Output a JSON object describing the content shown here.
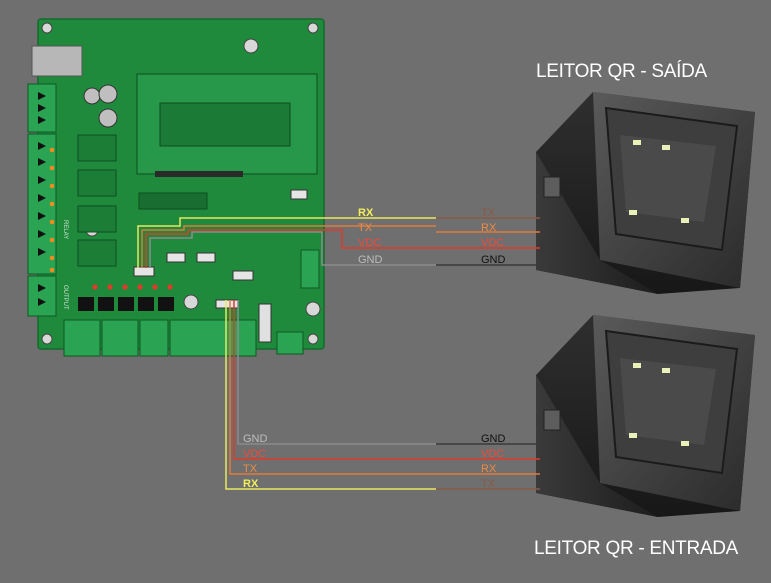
{
  "titles": {
    "reader_exit": "LEITOR QR - SAÍDA",
    "reader_entry": "LEITOR QR - ENTRADA"
  },
  "board": {
    "output_label": "OUTPUT",
    "relay_label": "RELAY"
  },
  "wires_exit": {
    "board_side": [
      "RX",
      "TX",
      "VDC",
      "GND"
    ],
    "reader_side": [
      "TX",
      "RX",
      "VDC",
      "GND"
    ]
  },
  "wires_entry": {
    "board_side": [
      "GND",
      "VDC",
      "TX",
      "RX"
    ],
    "reader_side": [
      "GND",
      "VDC",
      "RX",
      "TX"
    ]
  },
  "colors": {
    "background": "#6f6f6f",
    "pcb": "#1f8a3c",
    "wire_rx": "#e9e860",
    "wire_tx": "#e07a3a",
    "wire_vdc": "#e03a2a",
    "wire_gnd": "#3a3a3a",
    "wire_reader_tx": "#8a5a44"
  },
  "icons": {
    "reader": "qr-reader-icon",
    "board": "controller-board-icon"
  }
}
